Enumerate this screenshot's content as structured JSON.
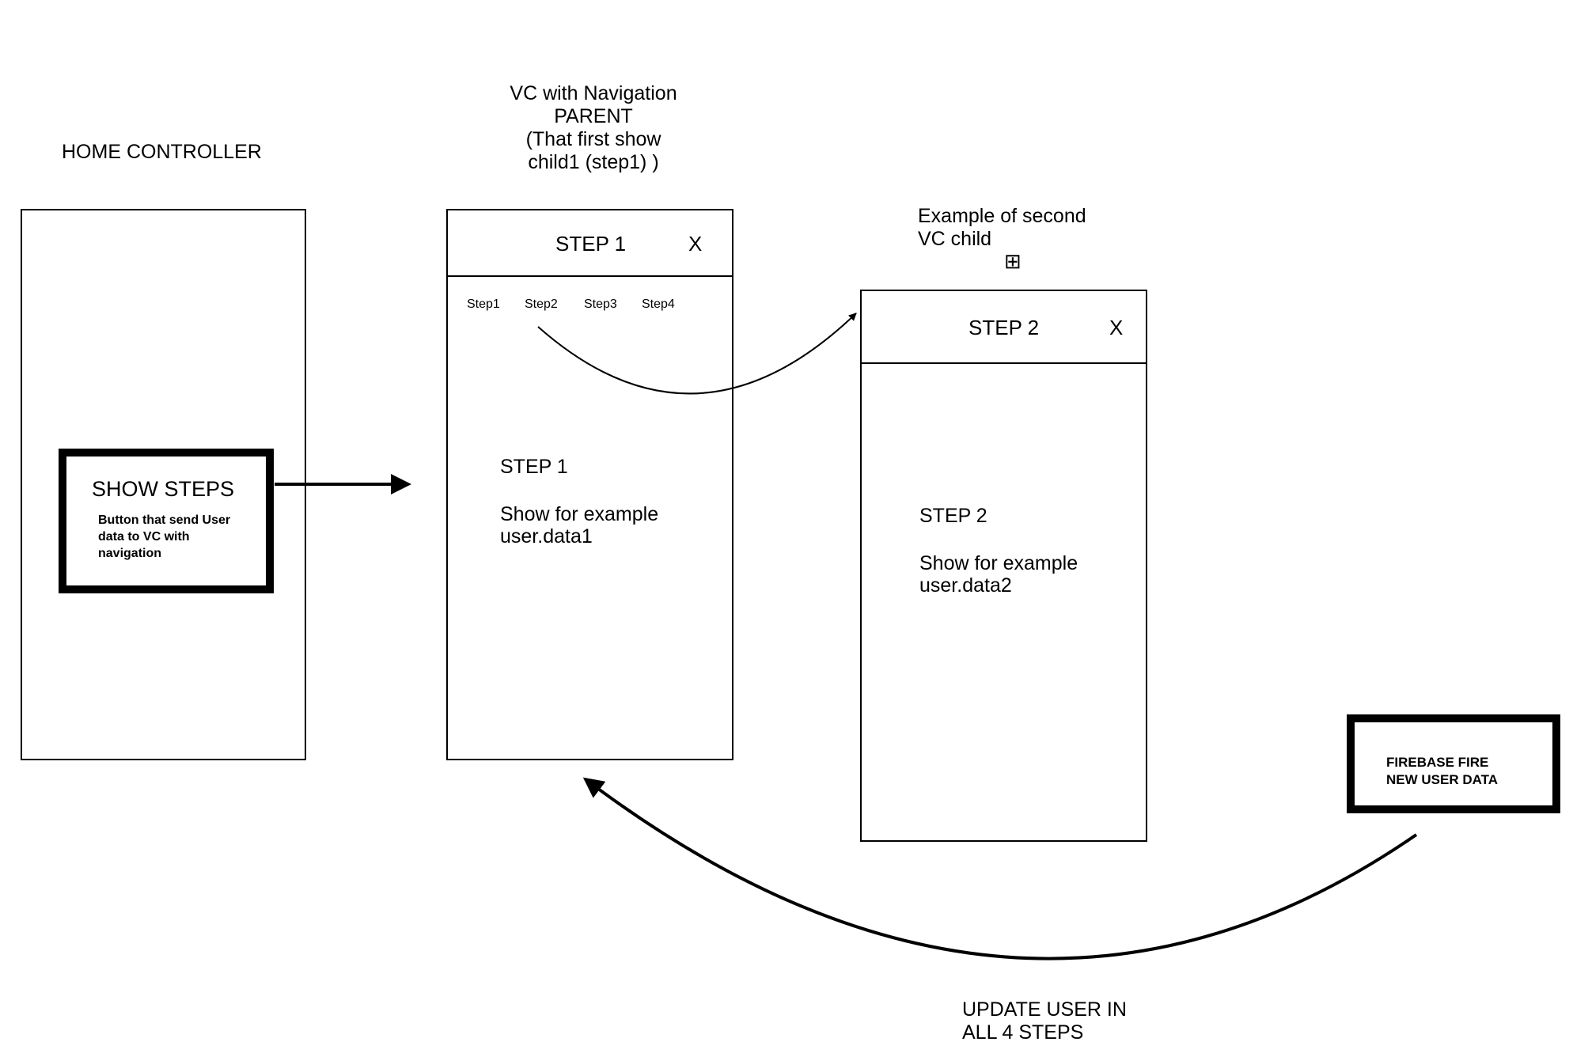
{
  "home": {
    "title": "HOME CONTROLLER",
    "button_label": "SHOW STEPS",
    "button_note": "Button that send User data to VC with navigation"
  },
  "parent": {
    "heading": [
      "VC with Navigation",
      "PARENT",
      "(That first show",
      "child1 (step1) )"
    ],
    "bar_title": "STEP 1",
    "close_label": "X",
    "tabs": [
      "Step1",
      "Step2",
      "Step3",
      "Step4"
    ],
    "content_title": "STEP 1",
    "content_desc": "Show for example user.data1"
  },
  "child": {
    "heading": [
      "Example of second",
      "VC child"
    ],
    "plus_icon": "⊞",
    "bar_title": "STEP 2",
    "close_label": "X",
    "content_title": "STEP 2",
    "content_desc": "Show for example user.data2"
  },
  "firebase": {
    "label": "FIREBASE FIRE NEW USER DATA"
  },
  "update": {
    "label_lines": [
      "UPDATE USER IN",
      "ALL 4 STEPS"
    ]
  }
}
